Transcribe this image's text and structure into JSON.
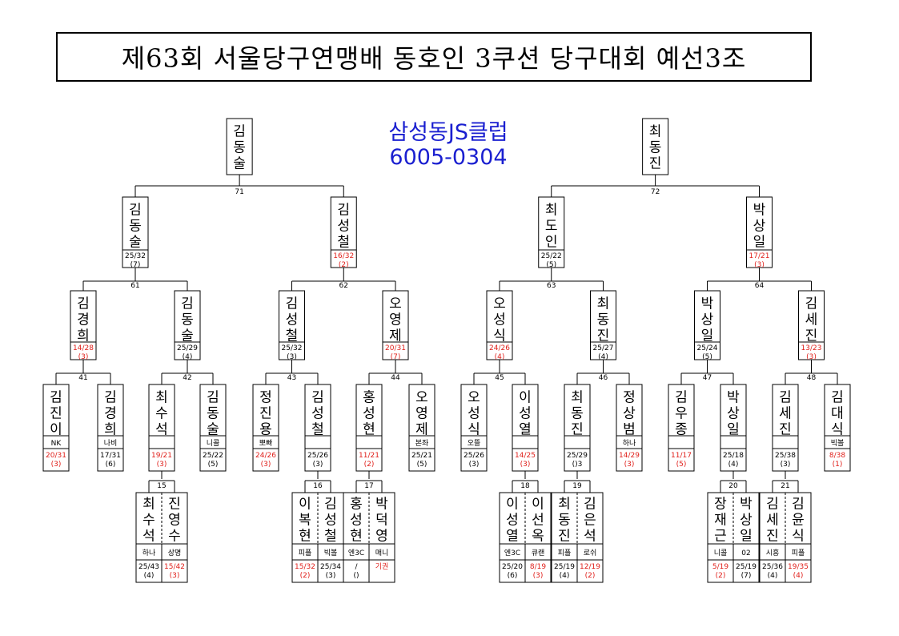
{
  "title": "제63회 서울당구연맹배 동호인 3쿠션 당구대회 예선3조",
  "club": {
    "name": "삼성동JS클럽",
    "phone": "6005-0304"
  },
  "colors": {
    "loss": "#e0201b",
    "club": "#1a1fd0",
    "line": "#000000"
  },
  "qualifiers": [
    {
      "id": "q71",
      "name": "김동술",
      "match": "71"
    },
    {
      "id": "q72",
      "name": "최동진",
      "match": "72"
    }
  ],
  "round3": [
    {
      "id": "r3a",
      "name": "김동술",
      "score": "25/32",
      "rank": "(7)",
      "lost": false
    },
    {
      "id": "r3b",
      "name": "김성철",
      "score": "16/32",
      "rank": "(2)",
      "lost": true
    },
    {
      "id": "r3c",
      "name": "최도인",
      "score": "25/22",
      "rank": "(5)",
      "lost": false
    },
    {
      "id": "r3d",
      "name": "박상일",
      "score": "17/21",
      "rank": "(3)",
      "lost": true
    }
  ],
  "match_labels_r3": [
    "61",
    "62",
    "63",
    "64"
  ],
  "round2": [
    {
      "id": "r2a",
      "name": "김경희",
      "score": "14/28",
      "rank": "(3)",
      "lost": true
    },
    {
      "id": "r2b",
      "name": "김동술",
      "score": "25/29",
      "rank": "(4)",
      "lost": false
    },
    {
      "id": "r2c",
      "name": "김성철",
      "score": "25/32",
      "rank": "(3)",
      "lost": false
    },
    {
      "id": "r2d",
      "name": "오영제",
      "score": "20/31",
      "rank": "(7)",
      "lost": true
    },
    {
      "id": "r2e",
      "name": "오성식",
      "score": "24/26",
      "rank": "(4)",
      "lost": true
    },
    {
      "id": "r2f",
      "name": "최동진",
      "score": "25/27",
      "rank": "(4)",
      "lost": false
    },
    {
      "id": "r2g",
      "name": "박상일",
      "score": "25/24",
      "rank": "(5)",
      "lost": false
    },
    {
      "id": "r2h",
      "name": "김세진",
      "score": "13/23",
      "rank": "(3)",
      "lost": true
    }
  ],
  "match_labels_r2": [
    "41",
    "42",
    "43",
    "44",
    "45",
    "46",
    "47",
    "48"
  ],
  "round1": [
    {
      "id": "p01",
      "name": "김진이",
      "club": "NK",
      "score": "20/31",
      "rank": "(3)",
      "lost": true
    },
    {
      "id": "p02",
      "name": "김경희",
      "club": "나비",
      "score": "17/31",
      "rank": "(6)",
      "lost": false
    },
    {
      "id": "p03",
      "name": "최수석",
      "club": "",
      "score": "19/21",
      "rank": "(3)",
      "lost": true
    },
    {
      "id": "p04",
      "name": "김동술",
      "club": "니콜",
      "score": "25/22",
      "rank": "(5)",
      "lost": false
    },
    {
      "id": "p05",
      "name": "정진용",
      "club": "뽀빠",
      "score": "24/26",
      "rank": "(3)",
      "lost": true
    },
    {
      "id": "p06",
      "name": "김성철",
      "club": "",
      "score": "25/26",
      "rank": "(3)",
      "lost": false
    },
    {
      "id": "p07",
      "name": "홍성현",
      "club": "",
      "score": "11/21",
      "rank": "(2)",
      "lost": true
    },
    {
      "id": "p08",
      "name": "오영제",
      "club": "본좌",
      "score": "25/21",
      "rank": "(5)",
      "lost": false
    },
    {
      "id": "p09",
      "name": "오성식",
      "club": "오뜰",
      "score": "25/26",
      "rank": "(3)",
      "lost": false
    },
    {
      "id": "p10",
      "name": "이성열",
      "club": "",
      "score": "14/25",
      "rank": "(3)",
      "lost": true
    },
    {
      "id": "p11",
      "name": "최동진",
      "club": "",
      "score": "25/29",
      "rank": "()3",
      "lost": false
    },
    {
      "id": "p12",
      "name": "정상범",
      "club": "하나",
      "score": "14/29",
      "rank": "(3)",
      "lost": true
    },
    {
      "id": "p13",
      "name": "김우종",
      "club": "",
      "score": "11/17",
      "rank": "(5)",
      "lost": true
    },
    {
      "id": "p14",
      "name": "박상일",
      "club": "",
      "score": "25/18",
      "rank": "(4)",
      "lost": false
    },
    {
      "id": "p15",
      "name": "김세진",
      "club": "",
      "score": "25/38",
      "rank": "(3)",
      "lost": false
    },
    {
      "id": "p16",
      "name": "김대식",
      "club": "빅볼",
      "score": "8/38",
      "rank": "(1)",
      "lost": true
    }
  ],
  "prelim_matches": [
    {
      "id": "m15",
      "label": "15",
      "feeds": 2,
      "players": [
        {
          "name": "최수석",
          "club": "하나",
          "score": "25/43",
          "rank": "(4)",
          "lost": false
        },
        {
          "name": "진영수",
          "club": "상명",
          "score": "15/42",
          "rank": "(3)",
          "lost": true
        }
      ]
    },
    {
      "id": "m16",
      "label": "16",
      "feeds": 5,
      "players": [
        {
          "name": "이복현",
          "club": "피플",
          "score": "15/32",
          "rank": "(2)",
          "lost": true
        },
        {
          "name": "김성철",
          "club": "빅볼",
          "score": "25/34",
          "rank": "(3)",
          "lost": false
        }
      ]
    },
    {
      "id": "m17",
      "label": "17",
      "feeds": 6,
      "players": [
        {
          "name": "홍성현",
          "club": "엔3C",
          "score": "/",
          "rank": "()",
          "lost": false
        },
        {
          "name": "박덕영",
          "club": "매니",
          "score": "기권",
          "rank": "",
          "lost": true
        }
      ]
    },
    {
      "id": "m18",
      "label": "18",
      "feeds": 9,
      "players": [
        {
          "name": "이성열",
          "club": "엔3C",
          "score": "25/20",
          "rank": "(6)",
          "lost": false
        },
        {
          "name": "이선옥",
          "club": "큐랜",
          "score": "8/19",
          "rank": "(3)",
          "lost": true
        }
      ]
    },
    {
      "id": "m19",
      "label": "19",
      "feeds": 10,
      "players": [
        {
          "name": "최동진",
          "club": "피플",
          "score": "25/19",
          "rank": "(4)",
          "lost": false
        },
        {
          "name": "김은석",
          "club": "로쉬",
          "score": "12/19",
          "rank": "(2)",
          "lost": true
        }
      ]
    },
    {
      "id": "m20",
      "label": "20",
      "feeds": 13,
      "players": [
        {
          "name": "장재근",
          "club": "니콜",
          "score": "5/19",
          "rank": "(2)",
          "lost": true
        },
        {
          "name": "박상일",
          "club": "02",
          "score": "25/19",
          "rank": "(7)",
          "lost": false
        }
      ]
    },
    {
      "id": "m21",
      "label": "21",
      "feeds": 14,
      "players": [
        {
          "name": "김세진",
          "club": "시흥",
          "score": "25/36",
          "rank": "(4)",
          "lost": false
        },
        {
          "name": "김윤식",
          "club": "피플",
          "score": "19/35",
          "rank": "(4)",
          "lost": true
        }
      ]
    }
  ]
}
